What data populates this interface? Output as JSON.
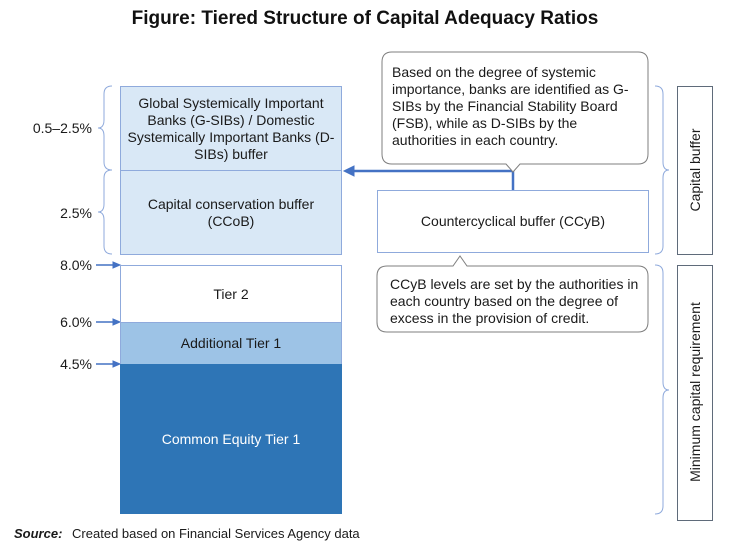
{
  "title": "Figure: Tiered Structure of Capital Adequacy Ratios",
  "left_labels": {
    "gsib": "0.5–2.5%",
    "ccob": "2.5%",
    "p8": "8.0%",
    "p6": "6.0%",
    "p45": "4.5%"
  },
  "stack": {
    "gsib": "Global Systemically Important Banks (G-SIBs) / Domestic Systemically Important Banks (D-SIBs) buffer",
    "ccob": "Capital conservation buffer (CCoB)",
    "tier2": "Tier 2",
    "at1": "Additional Tier 1",
    "cet1": "Common Equity Tier 1"
  },
  "ccyb": "Countercyclical buffer (CCyB)",
  "callouts": {
    "top": "Based on the degree of systemic importance, banks are identified as G-SIBs by the Financial Stability Board (FSB), while as D-SIBs by the authorities in each country.",
    "bottom": "CCyB levels are set by the authorities in each country based on the degree of excess in the provision of credit."
  },
  "side": {
    "capital_buffer": "Capital buffer",
    "minimum": "Minimum capital requirement"
  },
  "source": {
    "label": "Source",
    "colon": ":",
    "text": "Created based on Financial Services Agency data"
  },
  "colors": {
    "light_blue": "#d9e8f6",
    "mid_blue": "#9dc3e6",
    "dark_blue": "#2e75b6",
    "arrow_blue": "#4472c4",
    "border": "#8faadc"
  }
}
